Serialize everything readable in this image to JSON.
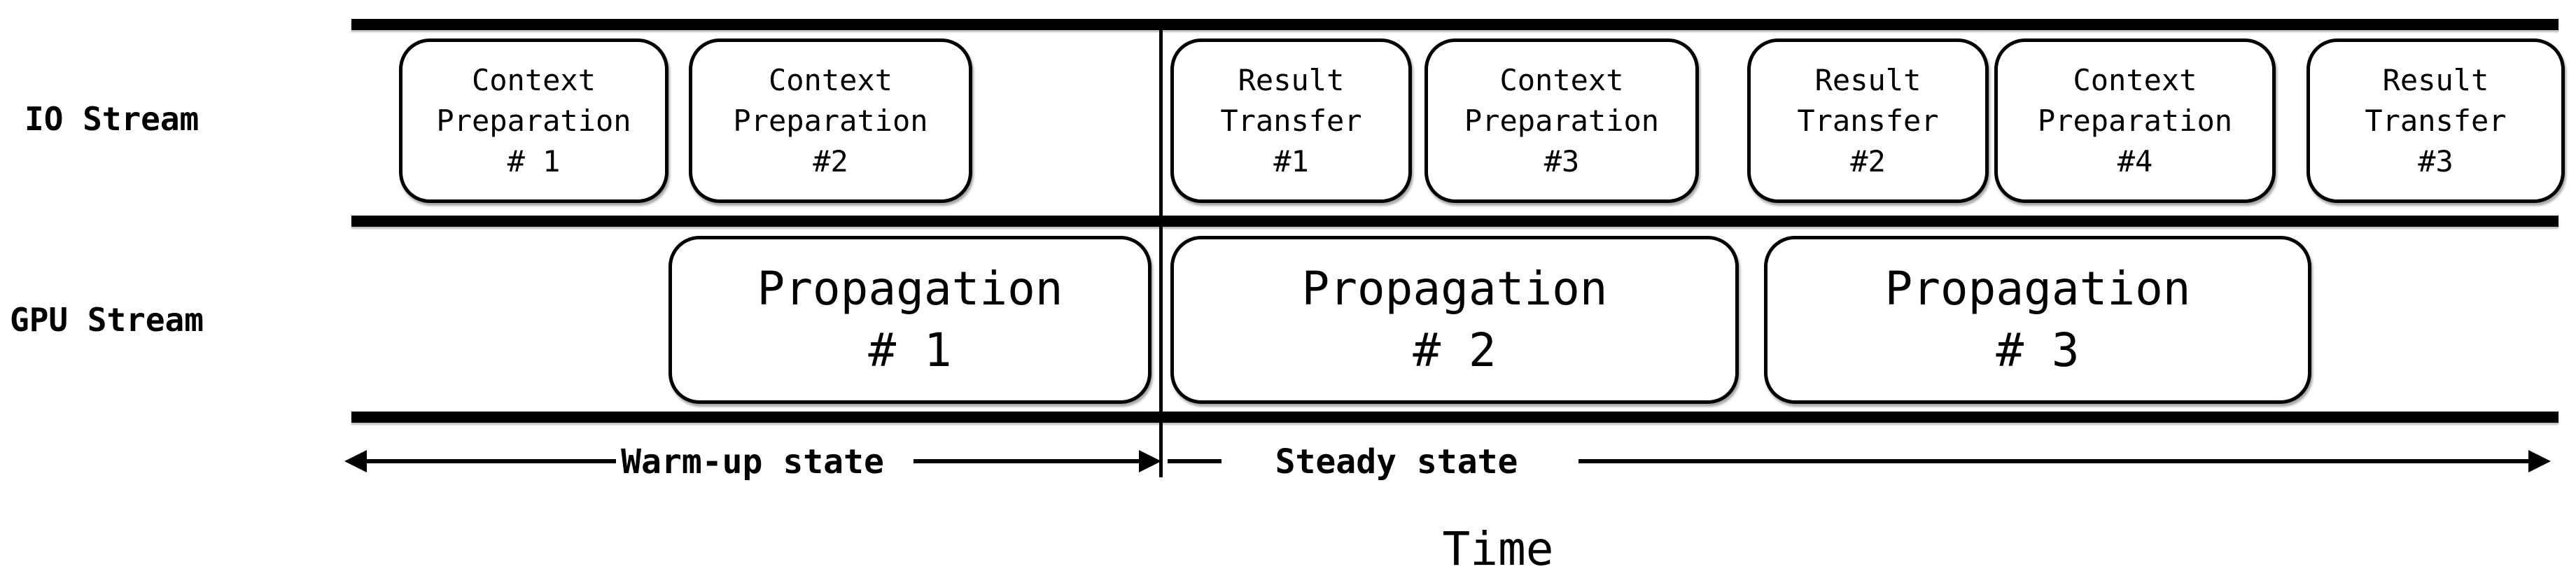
{
  "colors": {
    "ink": "#000000",
    "background": "#ffffff"
  },
  "streams": {
    "io_label": "IO Stream",
    "gpu_label": "GPU Stream"
  },
  "io_boxes": [
    {
      "line1": "Context",
      "line2": "Preparation",
      "line3": "# 1"
    },
    {
      "line1": "Context",
      "line2": "Preparation",
      "line3": "#2"
    },
    {
      "line1": "Result",
      "line2": "Transfer",
      "line3": "#1"
    },
    {
      "line1": "Context",
      "line2": "Preparation",
      "line3": "#3"
    },
    {
      "line1": "Result",
      "line2": "Transfer",
      "line3": "#2"
    },
    {
      "line1": "Context",
      "line2": "Preparation",
      "line3": "#4"
    },
    {
      "line1": "Result",
      "line2": "Transfer",
      "line3": "#3"
    }
  ],
  "gpu_boxes": [
    {
      "line1": "Propagation",
      "line2": "# 1"
    },
    {
      "line1": "Propagation",
      "line2": "# 2"
    },
    {
      "line1": "Propagation",
      "line2": "# 3"
    }
  ],
  "states": {
    "warmup": "Warm-up state",
    "steady": "Steady state"
  },
  "time_label": "Time"
}
